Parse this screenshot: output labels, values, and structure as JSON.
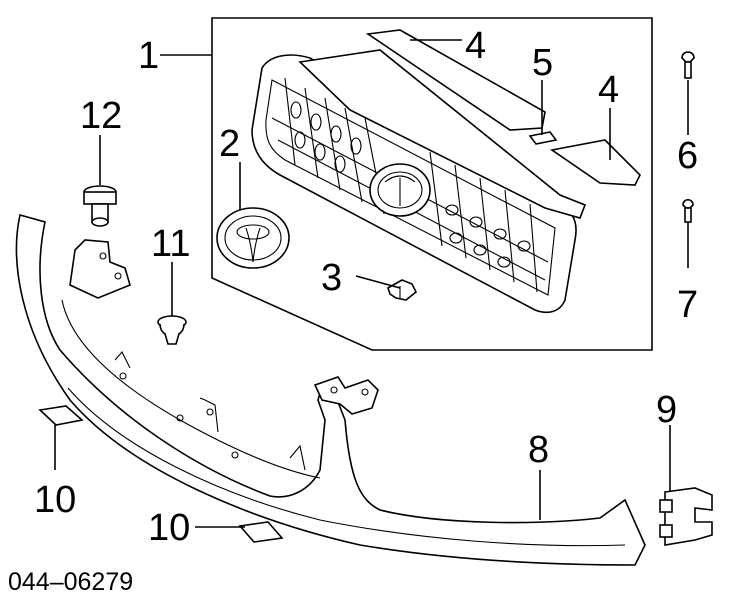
{
  "diagram": {
    "callouts": [
      {
        "id": "c1",
        "label": "1"
      },
      {
        "id": "c2",
        "label": "2"
      },
      {
        "id": "c3",
        "label": "3"
      },
      {
        "id": "c4a",
        "label": "4"
      },
      {
        "id": "c4b",
        "label": "4"
      },
      {
        "id": "c5",
        "label": "5"
      },
      {
        "id": "c6",
        "label": "6"
      },
      {
        "id": "c7",
        "label": "7"
      },
      {
        "id": "c8",
        "label": "8"
      },
      {
        "id": "c9",
        "label": "9"
      },
      {
        "id": "c10a",
        "label": "10"
      },
      {
        "id": "c10b",
        "label": "10"
      },
      {
        "id": "c11",
        "label": "11"
      },
      {
        "id": "c12",
        "label": "12"
      }
    ],
    "part_number": "044–06279"
  }
}
